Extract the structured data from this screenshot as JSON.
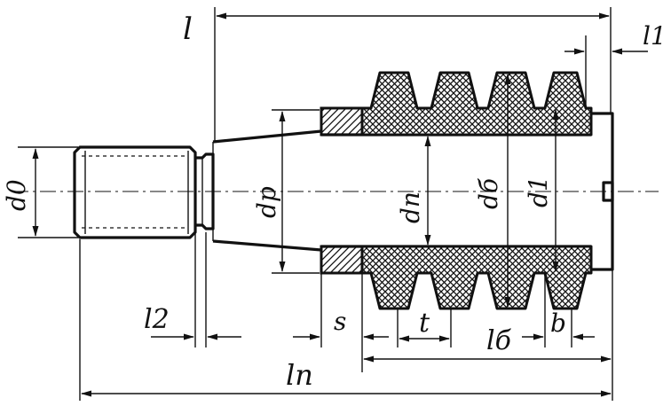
{
  "labels": {
    "l": "l",
    "l1": "l1",
    "d0": "d0",
    "dp": "dp",
    "dn": "dп",
    "db": "dб",
    "d1": "d1",
    "l2": "l2",
    "s": "s",
    "t": "t",
    "lb": "lб",
    "b": "b",
    "ln": "lп"
  },
  "colors": {
    "ink": "#111111",
    "paper": "#ffffff"
  }
}
